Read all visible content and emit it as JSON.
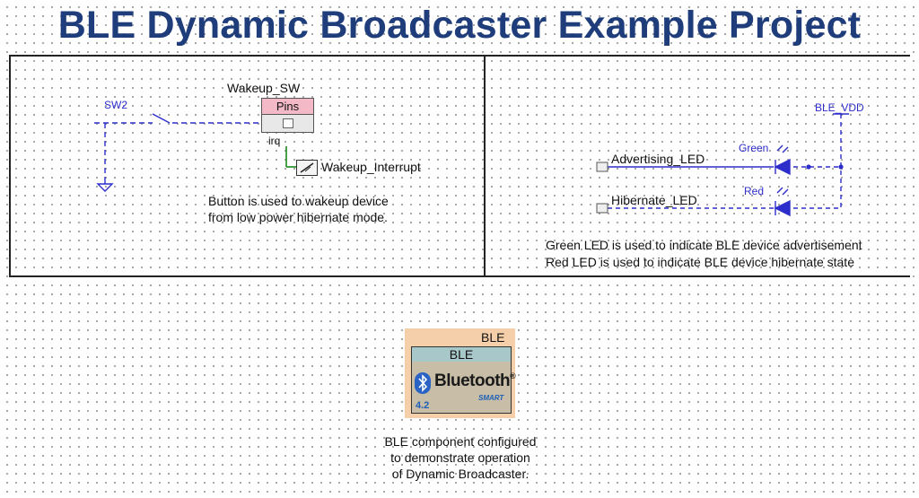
{
  "title": "BLE Dynamic Broadcaster Example Project",
  "left_panel": {
    "switch_label": "SW2",
    "component_name": "Wakeup_SW",
    "component_type": "Pins",
    "pin_label": "irq",
    "interrupt_name": "Wakeup_Interrupt",
    "description_line1": "Button is used to wakeup device",
    "description_line2": "from low power hibernate mode."
  },
  "right_panel": {
    "supply_label": "BLE_VDD",
    "led1_name": "Advertising_LED",
    "led1_color": "Green",
    "led2_name": "Hibernate_LED",
    "led2_color": "Red",
    "description_line1": "Green LED is used to indicate BLE device advertisement",
    "description_line2": "Red LED is used to indicate BLE device hibernate state"
  },
  "bottom_panel": {
    "component_label": "BLE",
    "bar_label": "BLE",
    "logo_word": "Bluetooth",
    "logo_mark": "®",
    "logo_smart": "SMART",
    "version": "4.2",
    "description_line1": "BLE component configured",
    "description_line2": "to demonstrate operation",
    "description_line3": "of Dynamic Broadcaster."
  },
  "colors": {
    "title": "#1f3d7a",
    "wire": "#2d2dcc",
    "pins_header": "#f4b9c6",
    "ble_frame": "#f4cfa9",
    "ble_bar": "#a8c7c9",
    "ble_body": "#c8bda6",
    "bluetooth_blue": "#1e5fb8",
    "green_wire": "#1a8a1a"
  }
}
